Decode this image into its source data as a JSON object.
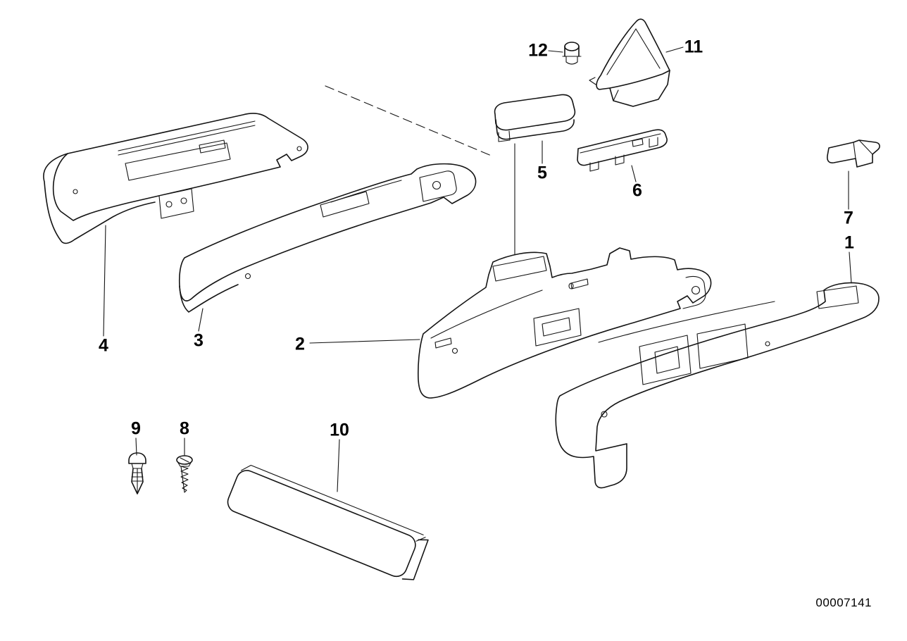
{
  "diagram": {
    "id": "00007141",
    "part_labels": [
      "1",
      "2",
      "3",
      "4",
      "5",
      "6",
      "7",
      "8",
      "9",
      "10",
      "11",
      "12"
    ]
  }
}
